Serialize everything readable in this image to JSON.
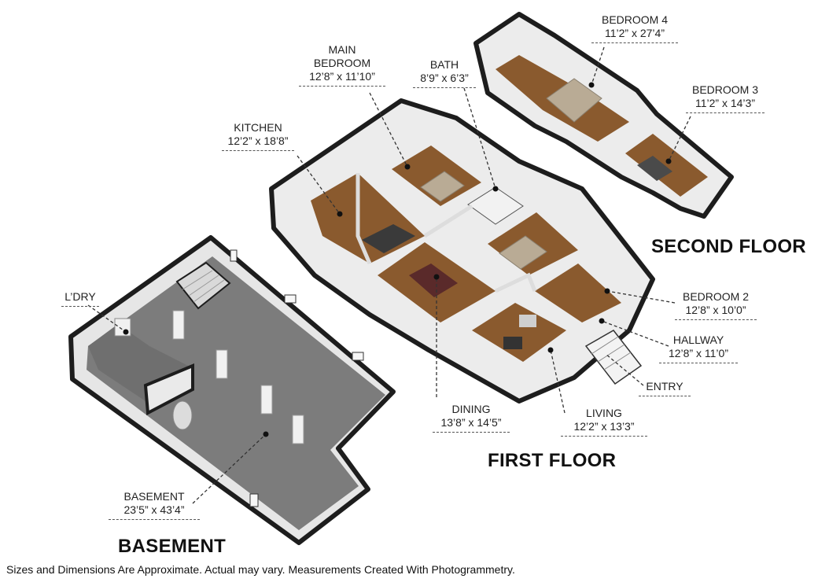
{
  "floors": {
    "second": "SECOND FLOOR",
    "first": "FIRST FLOOR",
    "basement": "BASEMENT"
  },
  "rooms": {
    "bedroom4": {
      "name": "BEDROOM 4",
      "dims": "11’2” x 27’4”"
    },
    "bedroom3": {
      "name": "BEDROOM 3",
      "dims": "11’2” x 14’3”"
    },
    "main_bedroom": {
      "name_line1": "MAIN",
      "name_line2": "BEDROOM",
      "dims": "12’8” x 11’10”"
    },
    "bath": {
      "name": "BATH",
      "dims": "8’9” x 6’3”"
    },
    "kitchen": {
      "name": "KITCHEN",
      "dims": "12’2” x 18’8”"
    },
    "laundry": {
      "name": "L’DRY"
    },
    "bedroom2": {
      "name": "BEDROOM 2",
      "dims": "12’8” x 10’0”"
    },
    "hallway": {
      "name": "HALLWAY",
      "dims": "12’8” x 11’0”"
    },
    "entry": {
      "name": "ENTRY"
    },
    "dining": {
      "name": "DINING",
      "dims": "13’8” x 14’5”"
    },
    "living": {
      "name": "LIVING",
      "dims": "12’2” x 13’3”"
    },
    "basement": {
      "name": "BASEMENT",
      "dims": "23’5” x 43’4”"
    }
  },
  "footer": "Sizes and Dimensions Are Approximate. Actual may vary. Measurements Created With Photogrammetry.",
  "colors": {
    "wood": "#8a5a2e",
    "concrete": "#7c7c7c",
    "wall_top": "#1f1f1f",
    "wall_face": "#e9e9e9",
    "bed": "#b9ab95"
  }
}
